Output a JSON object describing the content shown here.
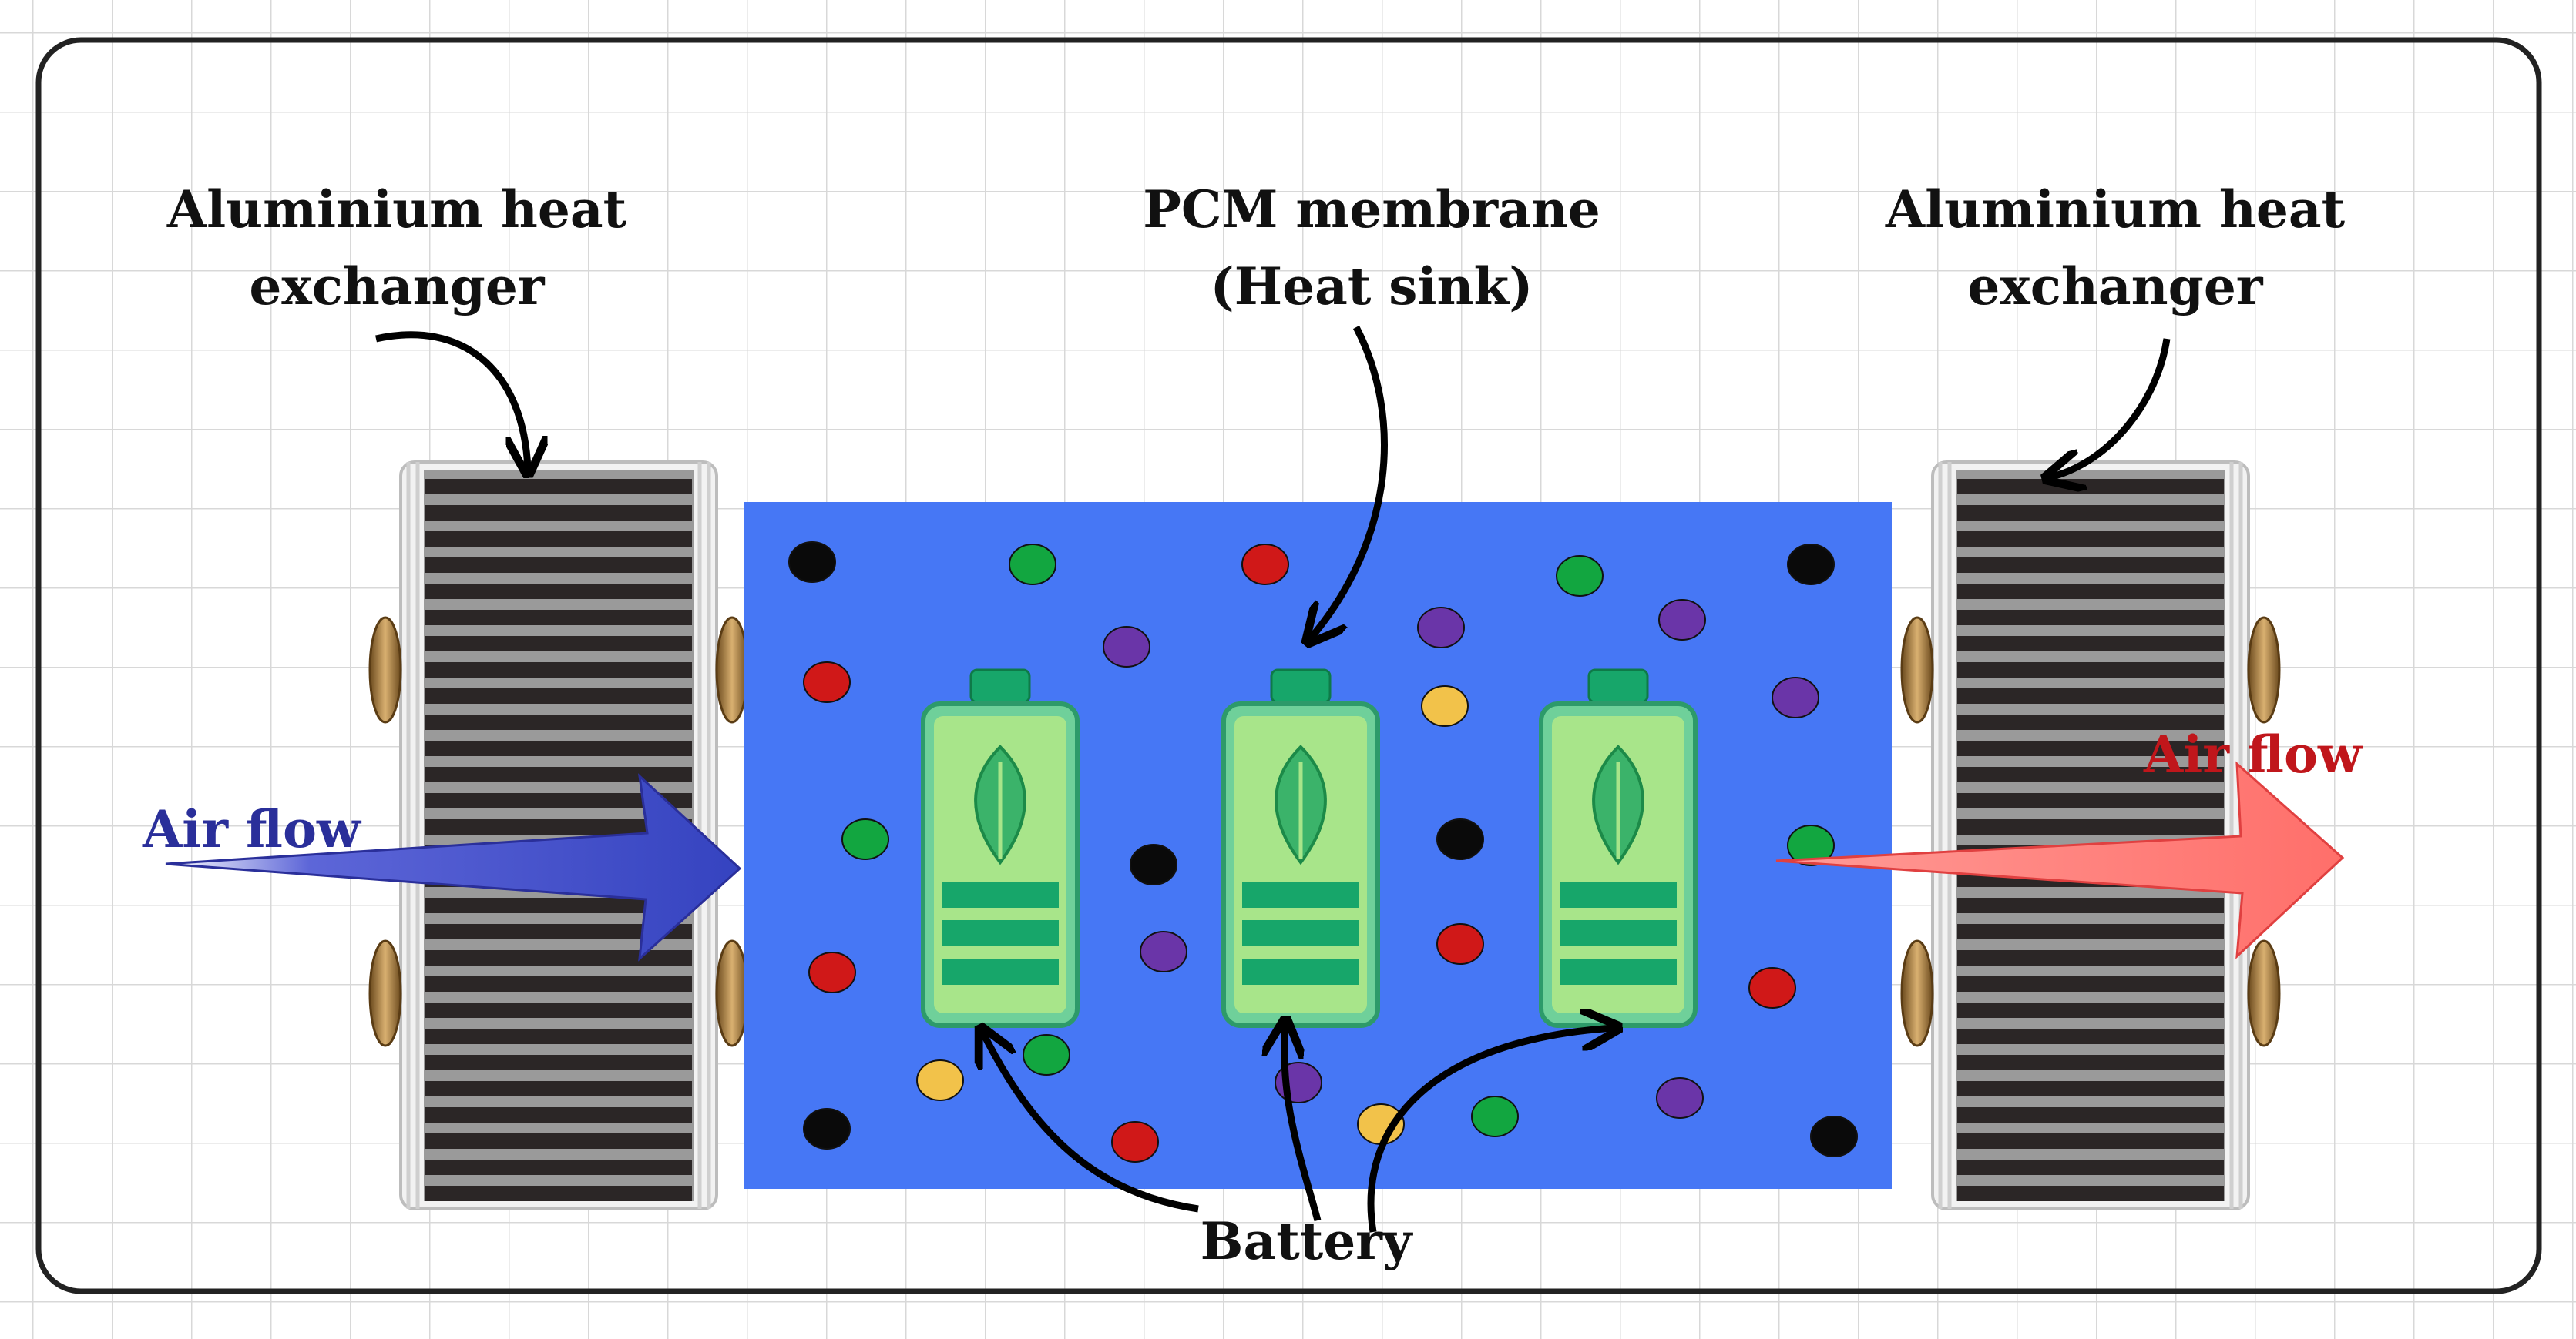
{
  "labels": {
    "left_exchanger": [
      "Aluminium heat",
      "exchanger"
    ],
    "right_exchanger": [
      "Aluminium heat",
      "exchanger"
    ],
    "pcm": [
      "PCM membrane",
      "(Heat sink)"
    ],
    "battery": "Battery",
    "air_in": "Air flow",
    "air_out": "Air flow"
  },
  "colors": {
    "pcm_block": "#4677F5",
    "air_in": "#3A47C2",
    "air_out": "#FF7B77",
    "air_out_text": "#C0161B",
    "air_in_text": "#2A2F9A",
    "battery_body": "#A8E58A",
    "battery_frame": "#6FD09A",
    "battery_stripe": "#17A66A",
    "particle_black": "#0A0A0A",
    "particle_green": "#12A640",
    "particle_red": "#D01818",
    "particle_purple": "#6A35A8",
    "particle_yellow": "#F2C24A",
    "frame": "#222222",
    "grid": "#D8D8D8"
  },
  "icons": {
    "battery": "leaf-battery-icon",
    "exchanger": "finned-radiator-icon"
  }
}
